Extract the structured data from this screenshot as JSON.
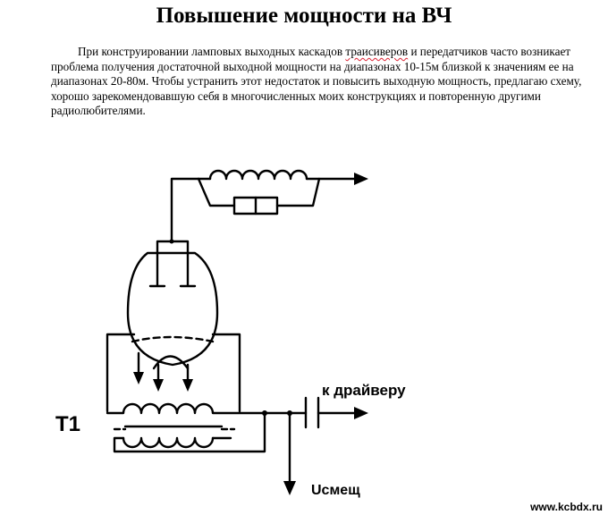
{
  "document": {
    "title": "Повышение мощности на ВЧ",
    "paragraph_before": "При конструировании ламповых выходных каскадов ",
    "paragraph_misspelled": "траисиверов",
    "paragraph_after": " и передатчиков часто возникает проблема получения достаточной выходной мощности на диапазонах 10-15м близкой к значениям ее на диапазонах 20-80м. Чтобы устранить этот недостаток и повысить выходную мощность, предлагаю схему, хорошо зарекомендовавшую себя в многочисленных моих конструкциях и повторенную другими радиолюбителями."
  },
  "schematic": {
    "label_t1": "T1",
    "label_driver": "к драйверу",
    "label_bias": "Uсмещ"
  },
  "watermark": "www.kcbdx.ru"
}
